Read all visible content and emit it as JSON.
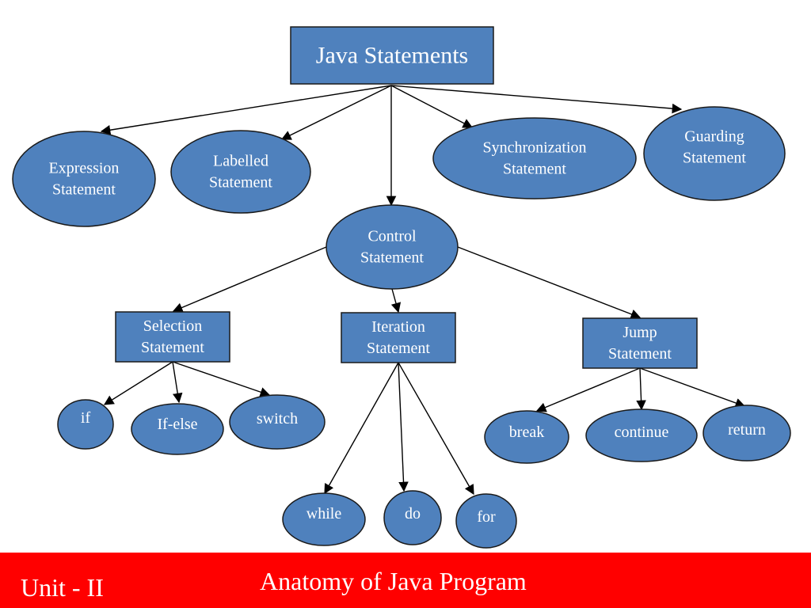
{
  "colors": {
    "node_fill": "#4f81bd",
    "footer_bg": "#ff0000",
    "text": "#ffffff"
  },
  "diagram": {
    "nodes": {
      "root": {
        "lines": [
          "Java Statements"
        ]
      },
      "expression": {
        "lines": [
          "Expression",
          "Statement"
        ]
      },
      "labelled": {
        "lines": [
          "Labelled",
          "Statement"
        ]
      },
      "control": {
        "lines": [
          "Control",
          "Statement"
        ]
      },
      "synchronization": {
        "lines": [
          "Synchronization",
          "Statement"
        ]
      },
      "guarding": {
        "lines": [
          "Guarding",
          "Statement"
        ]
      },
      "selection": {
        "lines": [
          "Selection",
          "Statement"
        ]
      },
      "iteration": {
        "lines": [
          "Iteration",
          "Statement"
        ]
      },
      "jump": {
        "lines": [
          "Jump",
          "Statement"
        ]
      },
      "if": {
        "lines": [
          "if"
        ]
      },
      "ifelse": {
        "lines": [
          "If-else"
        ]
      },
      "switch": {
        "lines": [
          "switch"
        ]
      },
      "while": {
        "lines": [
          "while"
        ]
      },
      "do": {
        "lines": [
          "do"
        ]
      },
      "for": {
        "lines": [
          "for"
        ]
      },
      "break": {
        "lines": [
          "break"
        ]
      },
      "continue": {
        "lines": [
          "continue"
        ]
      },
      "return": {
        "lines": [
          "return"
        ]
      }
    },
    "edges": [
      [
        "root",
        "expression"
      ],
      [
        "root",
        "labelled"
      ],
      [
        "root",
        "control"
      ],
      [
        "root",
        "synchronization"
      ],
      [
        "root",
        "guarding"
      ],
      [
        "control",
        "selection"
      ],
      [
        "control",
        "iteration"
      ],
      [
        "control",
        "jump"
      ],
      [
        "selection",
        "if"
      ],
      [
        "selection",
        "ifelse"
      ],
      [
        "selection",
        "switch"
      ],
      [
        "iteration",
        "while"
      ],
      [
        "iteration",
        "do"
      ],
      [
        "iteration",
        "for"
      ],
      [
        "jump",
        "break"
      ],
      [
        "jump",
        "continue"
      ],
      [
        "jump",
        "return"
      ]
    ]
  },
  "footer": {
    "unit": "Unit - II",
    "title": "Anatomy of Java Program"
  }
}
